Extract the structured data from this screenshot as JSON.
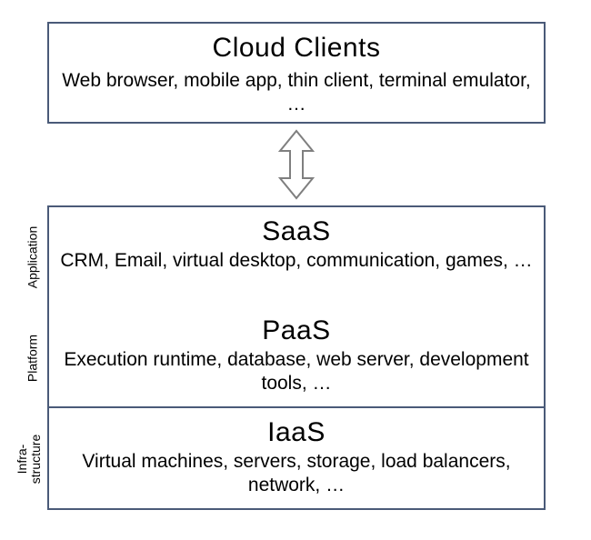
{
  "cloud_clients": {
    "title": "Cloud Clients",
    "description": "Web browser, mobile app, thin client, terminal emulator, …"
  },
  "layers": {
    "saas": {
      "title": "SaaS",
      "description": "CRM, Email, virtual desktop, communication, games, …",
      "side_label": "Application"
    },
    "paas": {
      "title": "PaaS",
      "description": "Execution runtime, database, web server, development tools, …",
      "side_label": "Platform"
    },
    "iaas": {
      "title": "IaaS",
      "description": "Virtual machines, servers, storage, load balancers, network, …",
      "side_label": "Infra-\nstructure"
    }
  },
  "colors": {
    "border": "#4a5a78",
    "arrow": "#7f7f7f"
  },
  "icons": {
    "connector": "double-headed-arrow-icon"
  }
}
